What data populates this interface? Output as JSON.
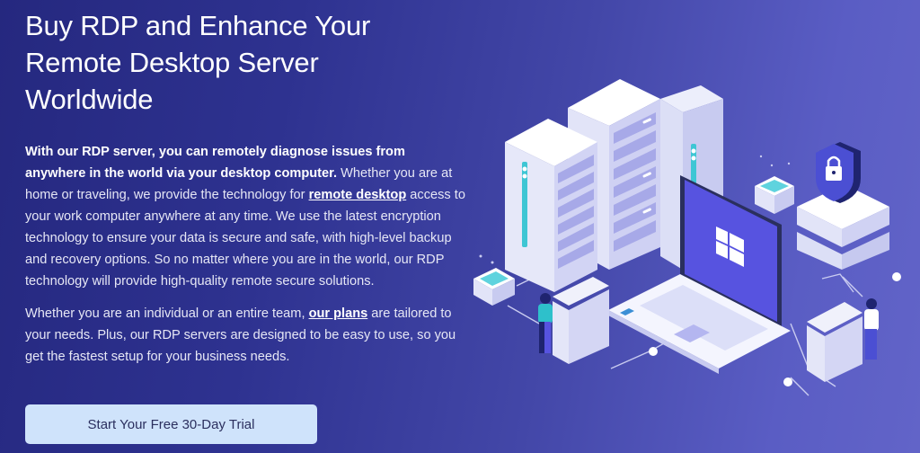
{
  "hero": {
    "title_lines": [
      "Buy RDP and Enhance Your",
      "Remote Desktop Server",
      "Worldwide"
    ],
    "paragraph1": {
      "bold_lead": "With our RDP server, you can remotely diagnose issues from anywhere in the world via your desktop computer.",
      "text_before_link": " Whether you are at home or traveling, we provide the technology for ",
      "link_text": "remote desktop",
      "text_after_link": " access to your work computer anywhere at any time. We use the latest encryption technology to ensure your data is secure and safe, with high-level backup and recovery options. So no matter where you are in the world, our RDP technology will provide high-quality remote secure solutions."
    },
    "paragraph2": {
      "text_before_link": "Whether you are an individual or an entire team, ",
      "link_text": "our plans",
      "text_after_link": " are tailored to your needs. Plus, our RDP servers are designed to be easy to use, so you get the fastest setup for your business needs."
    },
    "cta_label": "Start Your Free 30-Day Trial"
  },
  "colors": {
    "bg_left": "#25287f",
    "bg_right": "#6264c8",
    "cta_bg": "#cfe3fb",
    "cta_text": "#2b2f5e",
    "teal_accent": "#3ec6d4",
    "screen": "#5753e0"
  },
  "illustration": {
    "icons": [
      "server-rack-icon",
      "laptop-icon",
      "windows-logo-icon",
      "shield-lock-icon",
      "person-icon",
      "cloud-node-icon"
    ]
  }
}
